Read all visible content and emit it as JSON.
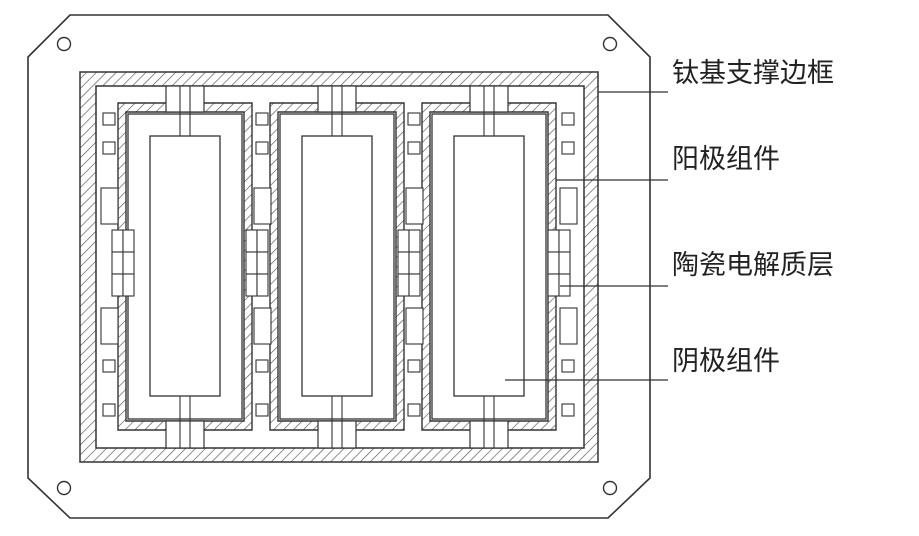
{
  "labels": {
    "titanium_frame": "钛基支撑边框",
    "anode": "阳极组件",
    "ceramic_electrolyte": "陶瓷电解质层",
    "cathode": "阴极组件"
  },
  "colors": {
    "line": "#333333",
    "hatch": "#666666",
    "background": "#ffffff"
  }
}
